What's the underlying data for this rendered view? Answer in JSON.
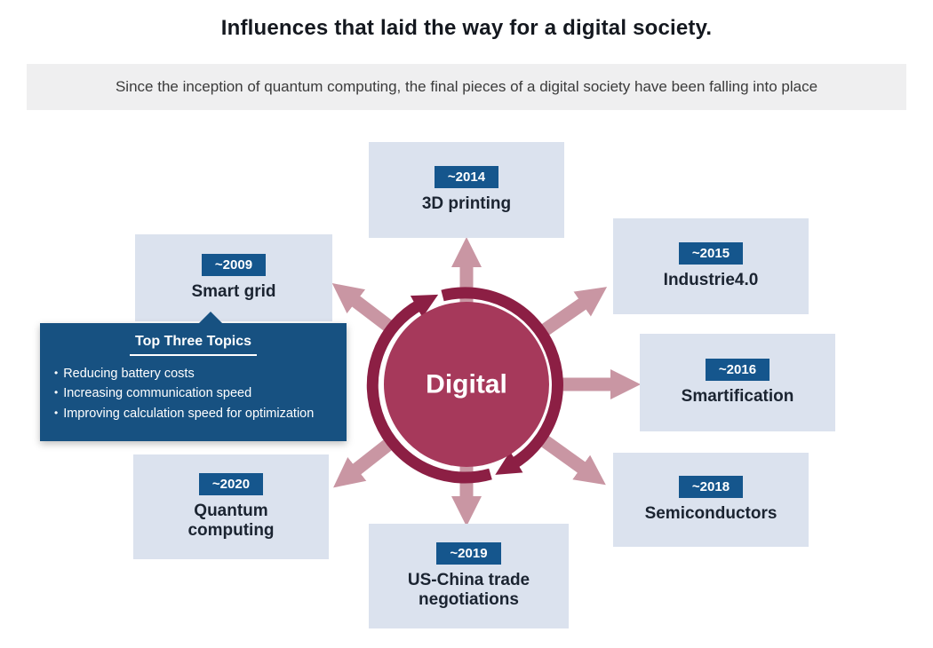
{
  "title": "Influences that laid the way for a digital society.",
  "subtitle": "Since the inception of quantum computing, the final pieces of a digital society have been falling into place",
  "center": {
    "label": "Digital"
  },
  "nodes": [
    {
      "year": "~2014",
      "label": "3D printing"
    },
    {
      "year": "~2015",
      "label": "Industrie4.0"
    },
    {
      "year": "~2016",
      "label": "Smartification"
    },
    {
      "year": "~2018",
      "label": "Semiconductors"
    },
    {
      "year": "~2019",
      "label": "US-China trade negotiations"
    },
    {
      "year": "~2020",
      "label": "Quantum computing"
    },
    {
      "year": "~2009",
      "label": "Smart grid"
    }
  ],
  "callout": {
    "title": "Top Three Topics",
    "items": [
      "Reducing battery costs",
      "Increasing communication speed",
      "Improving calculation speed for optimization"
    ]
  },
  "colors": {
    "badge_blue": "#15568d",
    "callout_blue": "#175181",
    "circle_maroon": "#a6395b",
    "ring_maroon": "#8c1f44",
    "arrow_pink": "#c996a3",
    "node_bg": "#dbe2ee",
    "subtitle_bg": "#efeff0"
  }
}
